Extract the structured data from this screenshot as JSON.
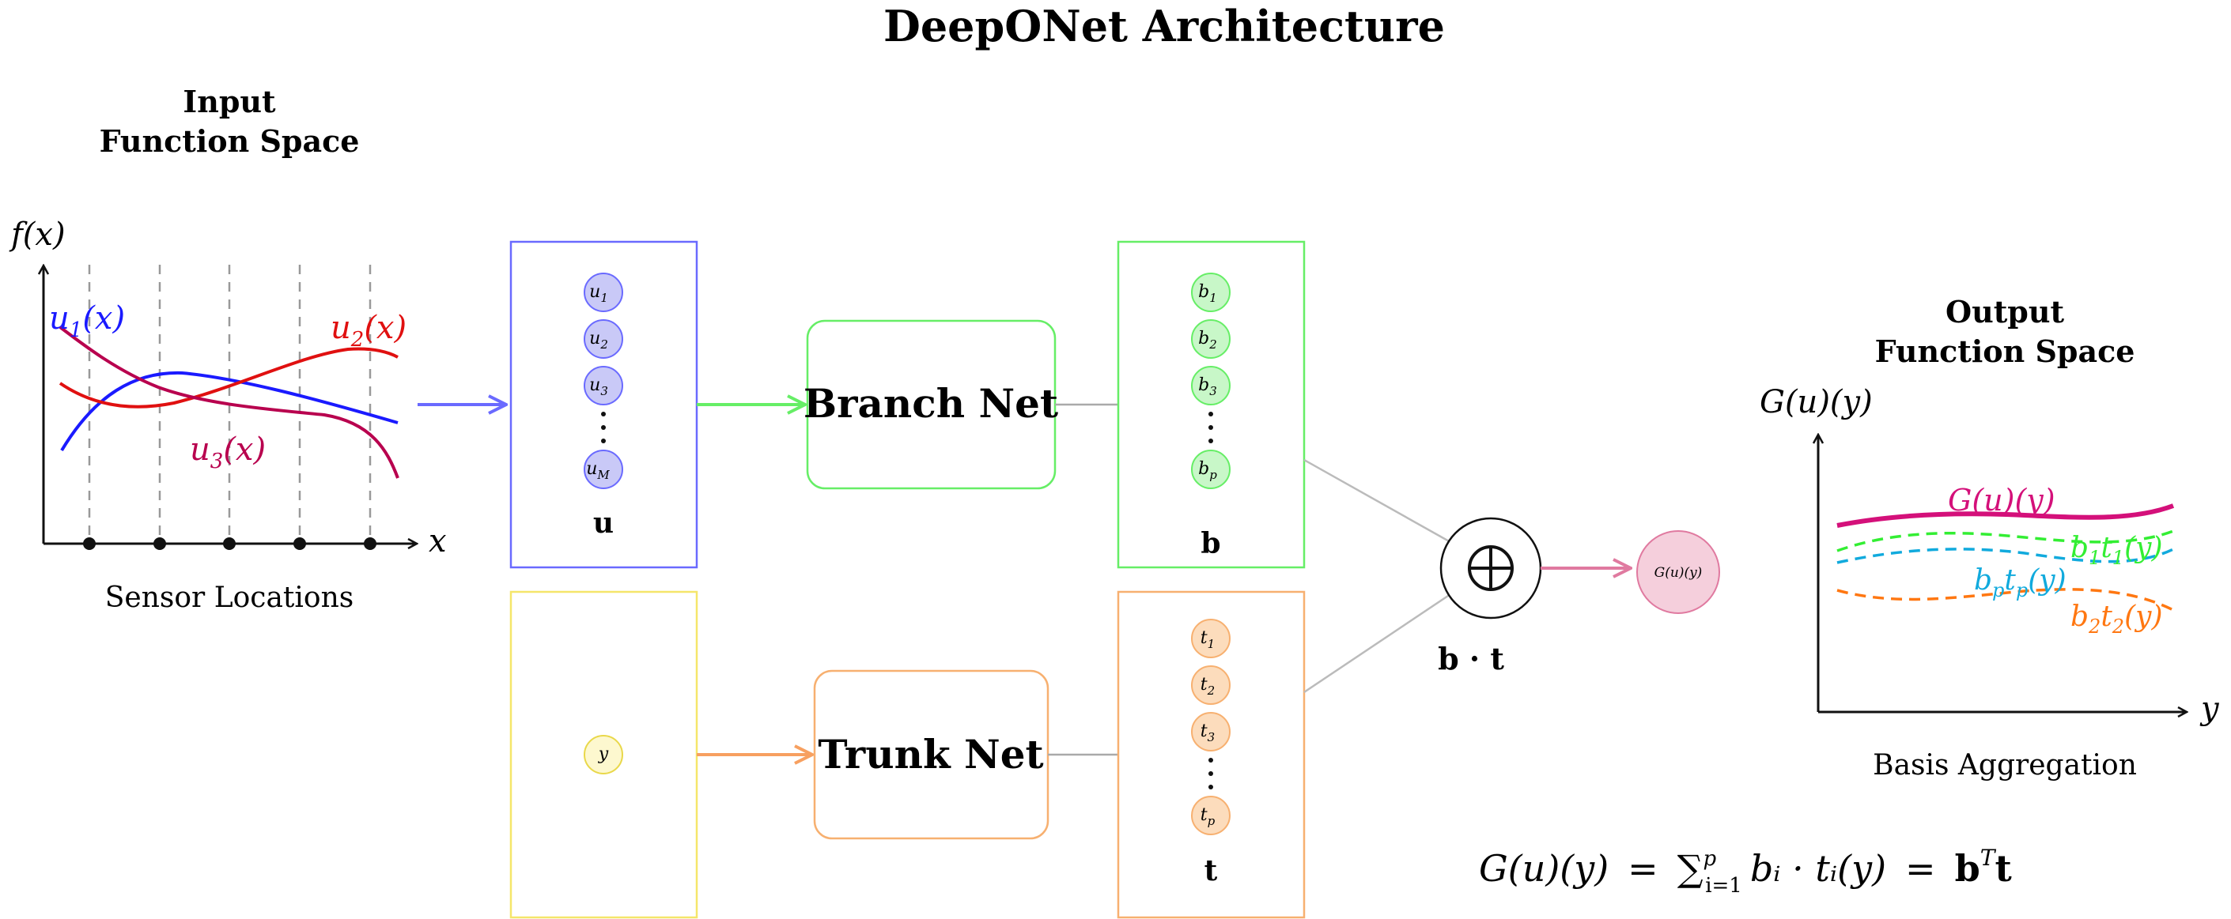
{
  "title": "DeepONet Architecture",
  "input_panel": {
    "title_line1": "Input",
    "title_line2": "Function Space",
    "y_axis_label": "f(x)",
    "x_axis_label": "x",
    "caption": "Sensor Locations",
    "curves": [
      {
        "label_base": "u",
        "label_sub": "1",
        "label_tail": "(x)",
        "color": "#1a1aff"
      },
      {
        "label_base": "u",
        "label_sub": "2",
        "label_tail": "(x)",
        "color": "#e01010"
      },
      {
        "label_base": "u",
        "label_sub": "3",
        "label_tail": "(x)",
        "color": "#b8004e"
      }
    ]
  },
  "branch_input": {
    "nodes": [
      {
        "base": "u",
        "sub": "1"
      },
      {
        "base": "u",
        "sub": "2"
      },
      {
        "base": "u",
        "sub": "3"
      },
      {
        "base": "u",
        "sub": "M"
      }
    ],
    "vector_label": "u",
    "color": "#6a6aff",
    "node_fill": "#c9c9f7"
  },
  "trunk_input": {
    "node": "y",
    "color": "#f5e66a",
    "node_fill": "#fdf8cf"
  },
  "branch_net": {
    "label": "Branch Net",
    "color": "#66ee66"
  },
  "trunk_net": {
    "label": "Trunk Net",
    "color": "#f7b070"
  },
  "branch_output": {
    "nodes": [
      {
        "base": "b",
        "sub": "1"
      },
      {
        "base": "b",
        "sub": "2"
      },
      {
        "base": "b",
        "sub": "3"
      },
      {
        "base": "b",
        "sub": "p"
      }
    ],
    "vector_label": "b",
    "color": "#66ee66",
    "node_fill": "#c8f7c8"
  },
  "trunk_output": {
    "nodes": [
      {
        "base": "t",
        "sub": "1"
      },
      {
        "base": "t",
        "sub": "2"
      },
      {
        "base": "t",
        "sub": "3"
      },
      {
        "base": "t",
        "sub": "p"
      }
    ],
    "vector_label": "t",
    "color": "#f7b070",
    "node_fill": "#fcdcbc"
  },
  "combine": {
    "symbol": "⊕",
    "label": "b · t"
  },
  "output_node": {
    "label": "G(u)(y)",
    "color": "#e07aa0",
    "fill": "#f5cfdc"
  },
  "output_panel": {
    "title_line1": "Output",
    "title_line2": "Function Space",
    "y_axis_label": "G(u)(y)",
    "x_axis_label": "y",
    "caption": "Basis Aggregation",
    "curves": [
      {
        "label": "G(u)(y)",
        "color": "#d4107a"
      },
      {
        "label_base": "b",
        "label_sub1": "1",
        "label_mid": "t",
        "label_sub2": "1",
        "label_tail": "(y)",
        "color": "#33ee33"
      },
      {
        "label_base": "b",
        "label_sub1": "p",
        "label_mid": "t",
        "label_sub2": "p",
        "label_tail": "(y)",
        "color": "#11aadd"
      },
      {
        "label_base": "b",
        "label_sub1": "2",
        "label_mid": "t",
        "label_sub2": "2",
        "label_tail": "(y)",
        "color": "#ff7711"
      }
    ]
  },
  "formula": {
    "lhs": "G(u)(y)",
    "eq1": "=",
    "sum": "∑",
    "sum_sup": "p",
    "sum_sub": "i=1",
    "term": "bᵢ · tᵢ(y)",
    "eq2": "=",
    "rhs_base": "b",
    "rhs_sup": "T",
    "rhs_tail": "t"
  }
}
